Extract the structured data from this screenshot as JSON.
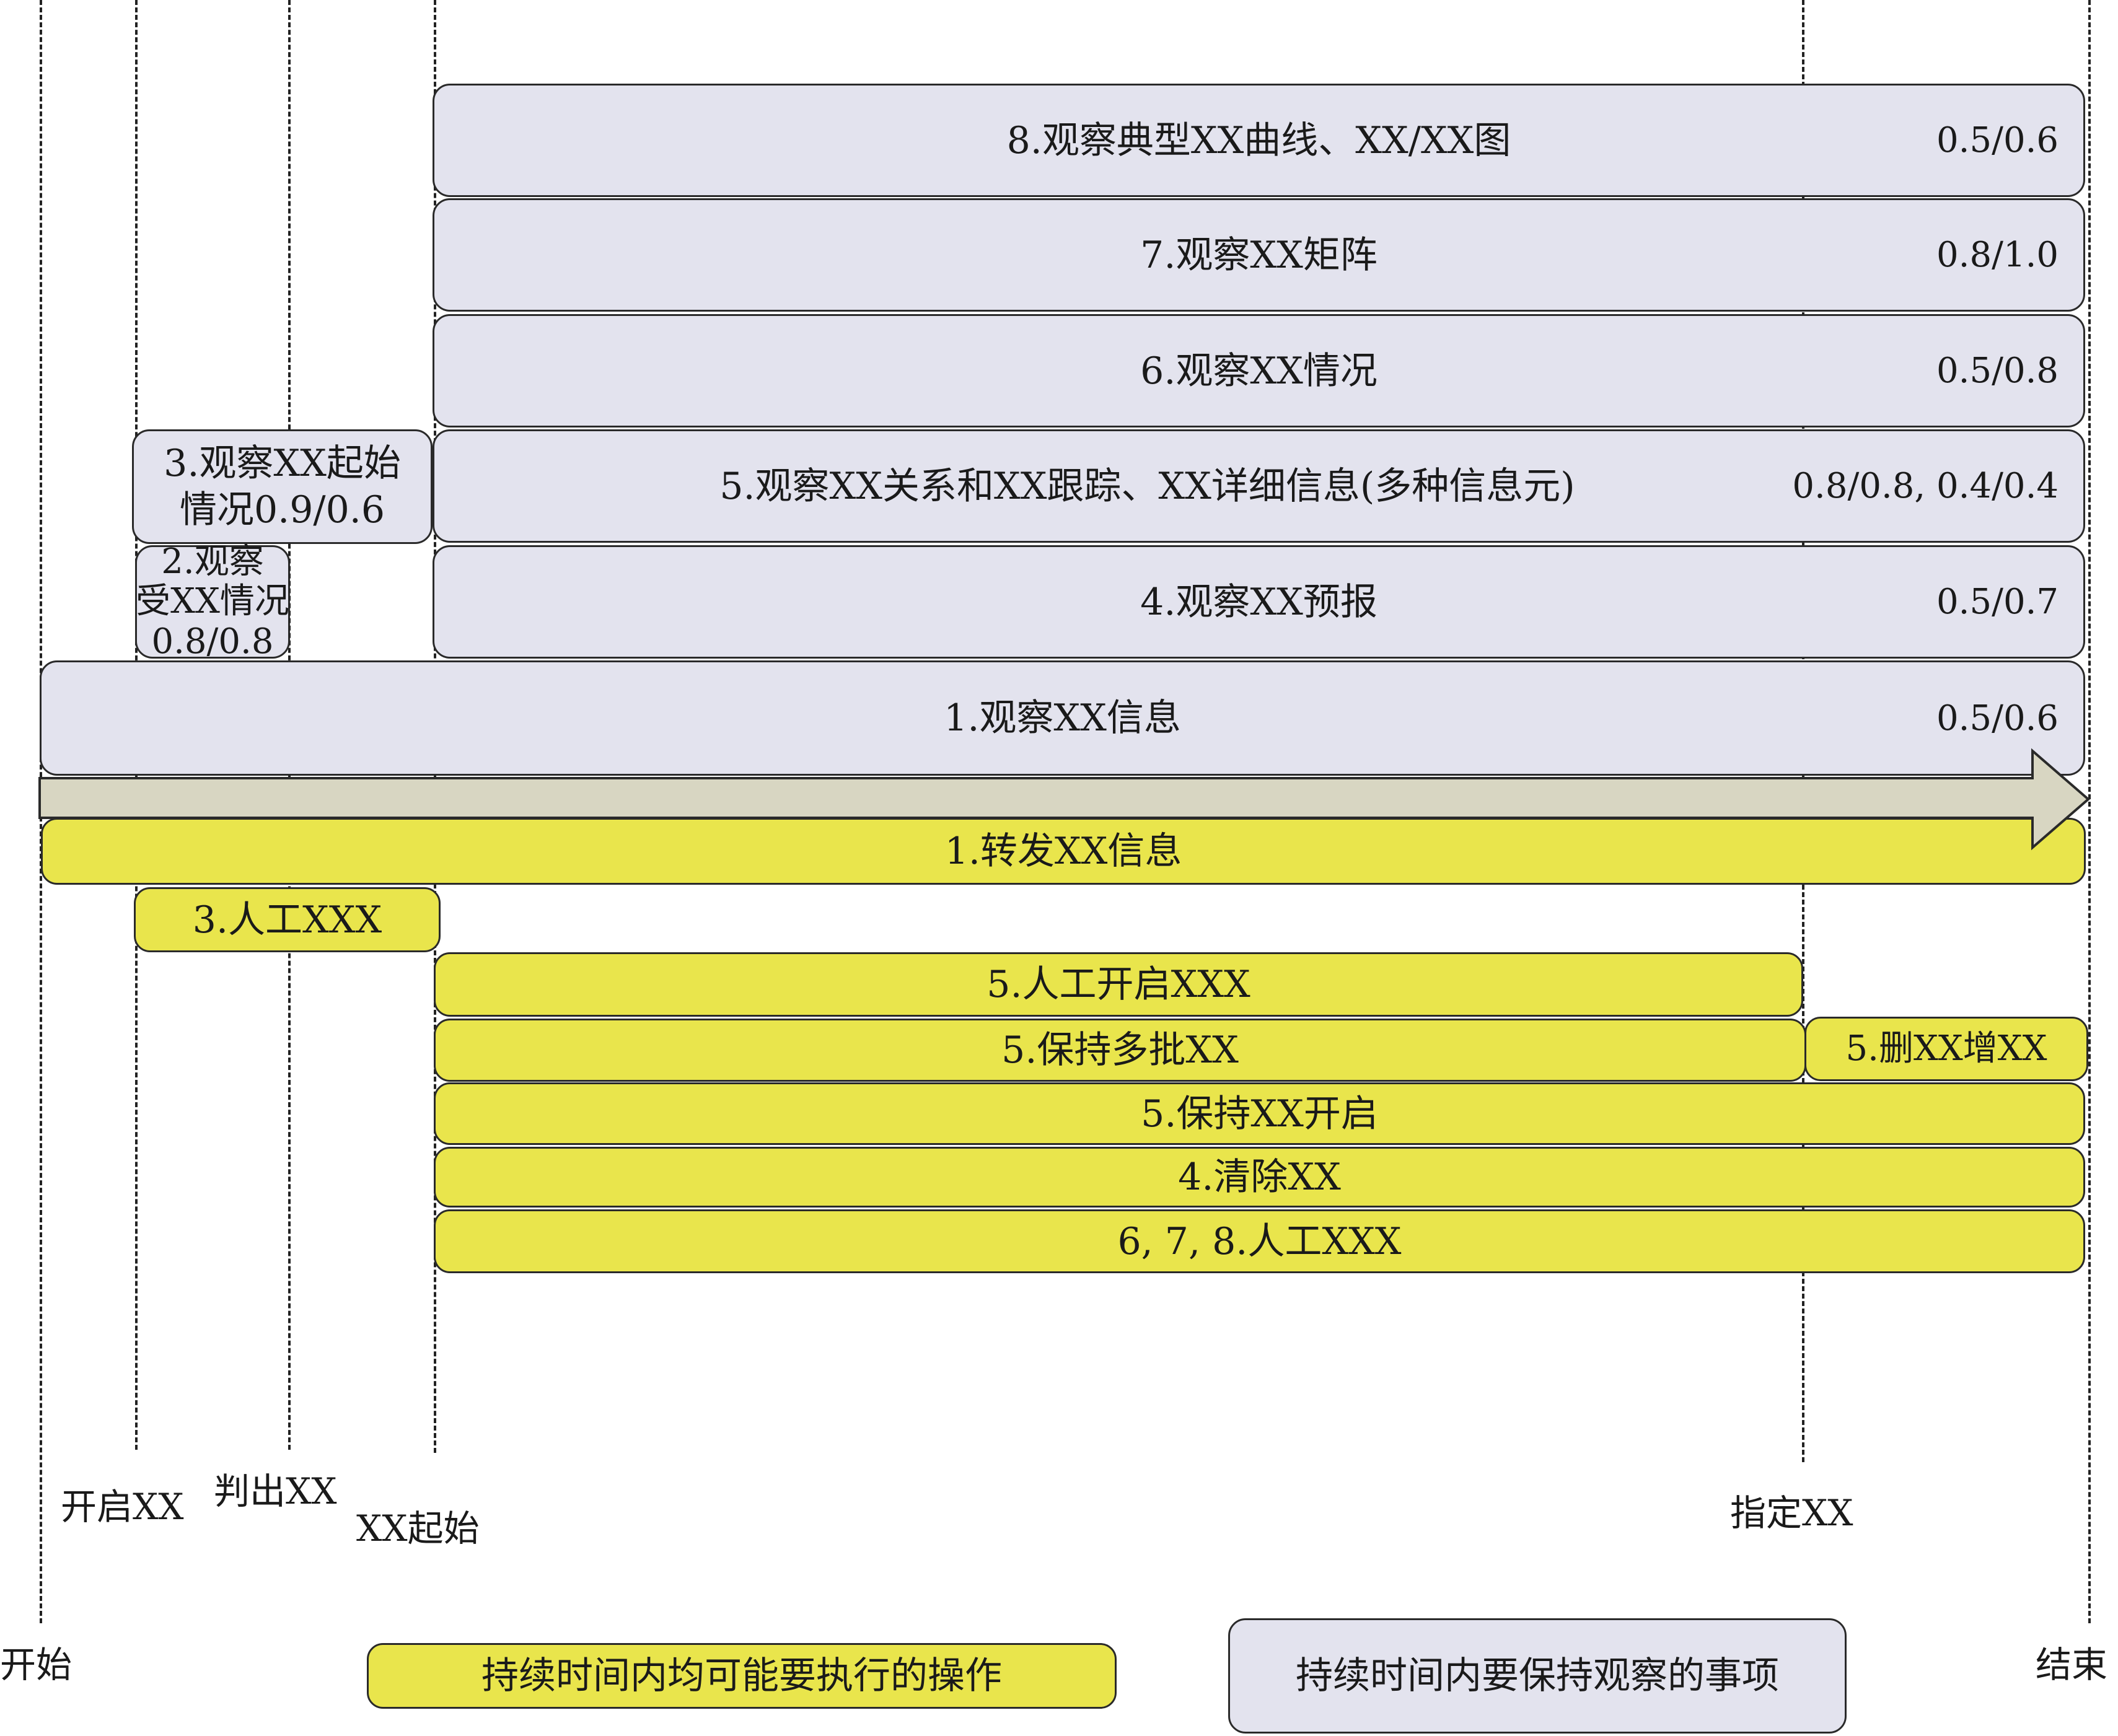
{
  "observe": {
    "item8": {
      "label": "8.观察典型XX曲线、XX/XX图",
      "value": "0.5/0.6"
    },
    "item7": {
      "label": "7.观察XX矩阵",
      "value": "0.8/1.0"
    },
    "item6": {
      "label": "6.观察XX情况",
      "value": "0.5/0.8"
    },
    "item5": {
      "label": "5.观察XX关系和XX跟踪、XX详细信息(多种信息元)",
      "value": "0.8/0.8, 0.4/0.4"
    },
    "item4": {
      "label": "4.观察XX预报",
      "value": "0.5/0.7"
    },
    "item3": {
      "line1": "3.观察XX起始",
      "line2": "情况0.9/0.6"
    },
    "item2": {
      "line1": "2.观察",
      "line2": "受XX情况",
      "line3": "0.8/0.8"
    },
    "item1": {
      "label": "1.观察XX信息",
      "value": "0.5/0.6"
    }
  },
  "operations": {
    "op1": "1.转发XX信息",
    "op3": "3.人工XXX",
    "op5a": "5.人工开启XXX",
    "op5b": "5.保持多批XX",
    "op5c": "5.删XX增XX",
    "op5d": "5.保持XX开启",
    "op4": "4.清除XX",
    "op678": "6, 7, 8.人工XXX"
  },
  "milestones": {
    "open": "开启XX",
    "judge": "判出XX",
    "start": "XX起始",
    "assign": "指定XX",
    "begin": "开始",
    "end": "结束"
  },
  "legend": {
    "operations": "持续时间内均可能要执行的操作",
    "observe": "持续时间内要保持观察的事项"
  },
  "colors": {
    "operation": "#e9e54c",
    "observe": "#e3e3ee",
    "arrow": "#d8d6c2"
  }
}
